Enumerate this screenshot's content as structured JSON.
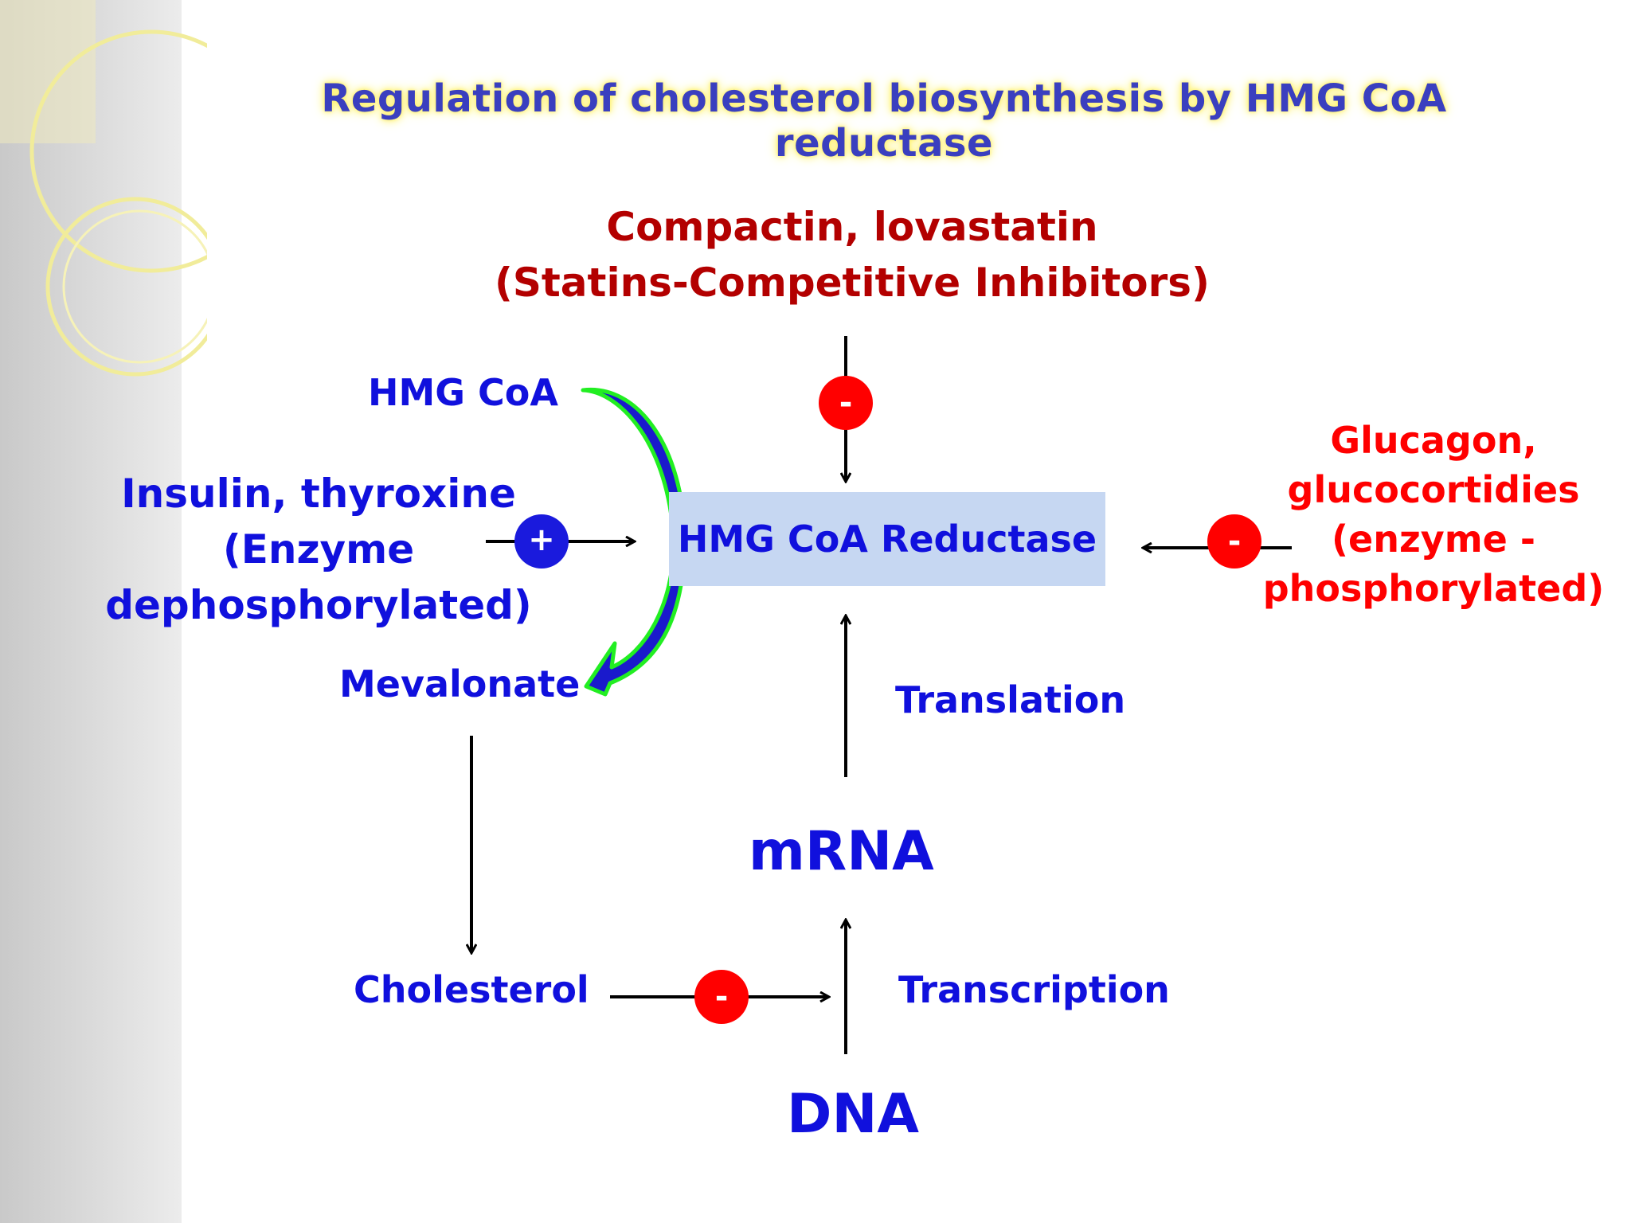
{
  "title": "Regulation of cholesterol biosynthesis by HMG CoA reductase",
  "inhibitor_top": {
    "line1": "Compactin, lovastatin",
    "line2": "(Statins-Competitive Inhibitors)"
  },
  "substrate": "HMG CoA",
  "product": "Mevalonate",
  "activator": {
    "line1": "Insulin, thyroxine",
    "line2": "(Enzyme",
    "line3": "dephosphorylated)"
  },
  "enzyme": "HMG CoA Reductase",
  "inhibitor_right": {
    "line1": "Glucagon,",
    "line2": "glucocortidies",
    "line3": "(enzyme -",
    "line4": "phosphorylated)"
  },
  "translation": "Translation",
  "mrna": "mRNA",
  "cholesterol": "Cholesterol",
  "transcription": "Transcription",
  "dna": "DNA",
  "badges": {
    "minus": "-",
    "plus": "+"
  },
  "colors": {
    "blue_text": "#1010dd",
    "dark_red_text": "#b30000",
    "red_text": "#ff0000",
    "enzyme_box": "#c6d7f2",
    "curved_arrow_fill": "#1a1acc",
    "curved_arrow_outline": "#22ee22"
  }
}
